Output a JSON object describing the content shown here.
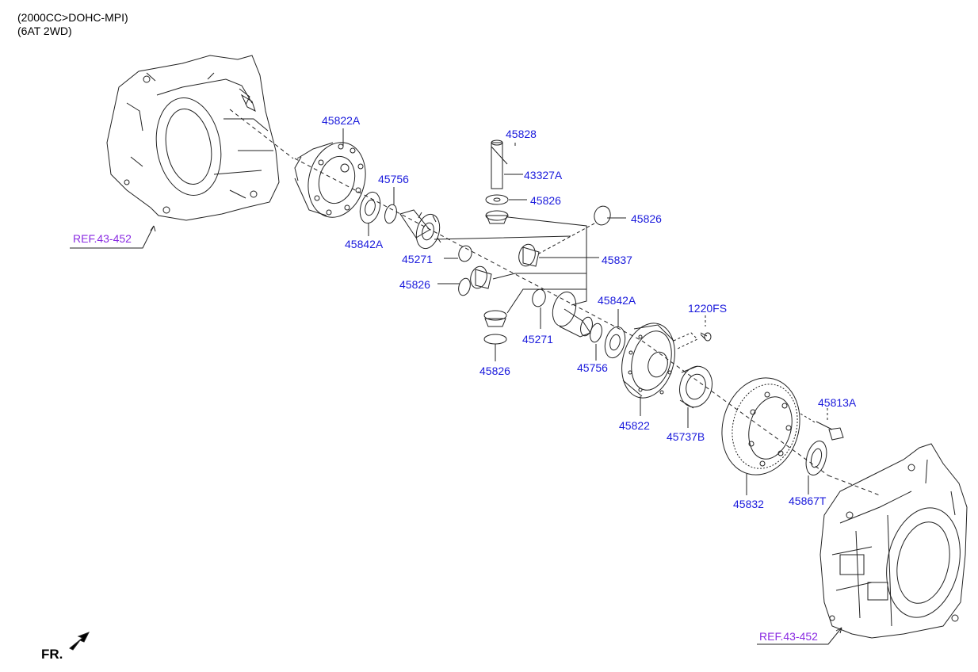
{
  "header": {
    "line1": "(2000CC>DOHC-MPI)",
    "line2": "(6AT 2WD)"
  },
  "colors": {
    "part_label": "#1a1adc",
    "ref_label": "#8a2be2",
    "line": "#222222"
  },
  "labels": {
    "p45822A": "45822A",
    "p45828": "45828",
    "p43327A": "43327A",
    "p45756_top": "45756",
    "p45826_a": "45826",
    "p45826_b": "45826",
    "p45842A_top": "45842A",
    "p45271_top": "45271",
    "p45837": "45837",
    "p45826_c": "45826",
    "p45842A_bottom": "45842A",
    "p1220FS": "1220FS",
    "p45271_bottom": "45271",
    "p45756_bottom": "45756",
    "p45826_d": "45826",
    "p45822": "45822",
    "p45737B": "45737B",
    "p45813A": "45813A",
    "p45832": "45832",
    "p45867T": "45867T",
    "ref_top": "REF.43-452",
    "ref_bottom": "REF.43-452"
  },
  "footer": {
    "fr": "FR."
  }
}
